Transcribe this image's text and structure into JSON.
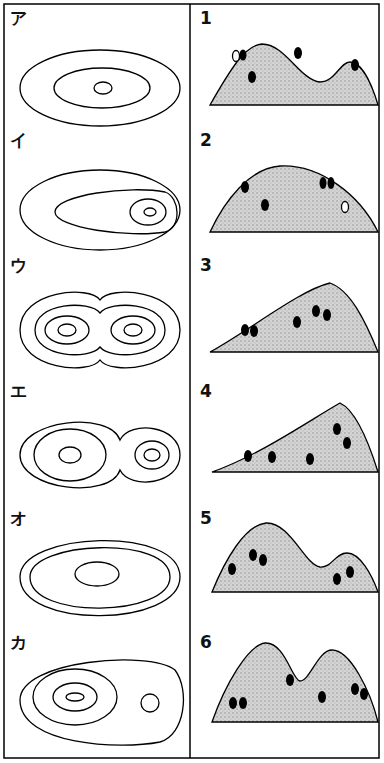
{
  "diagram": {
    "labels": [
      "ア",
      "1",
      "イ",
      "2",
      "ウ",
      "3",
      "エ",
      "4",
      "オ",
      "5",
      "カ",
      "6"
    ]
  }
}
